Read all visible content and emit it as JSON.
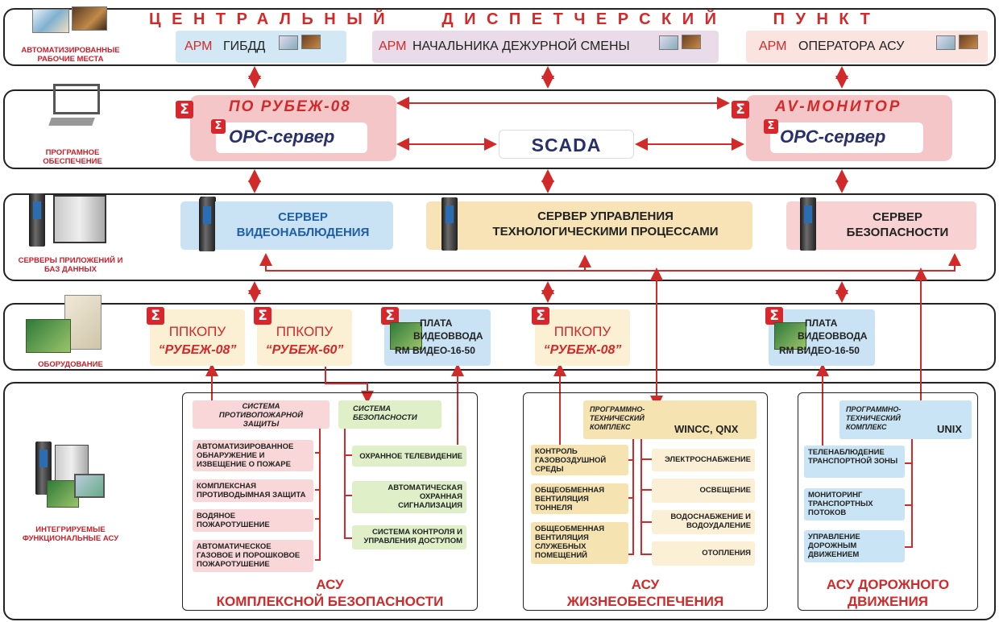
{
  "top": {
    "title": "ЦЕНТРАЛЬНЫЙ   ДИСПЕТЧЕРСКИЙ   ПУНКТ",
    "arm1_prefix": "АРМ",
    "arm1_label": "ГИБДД",
    "arm2_prefix": "АРМ",
    "arm2_label": "НАЧАЛЬНИКА ДЕЖУРНОЙ СМЕНЫ",
    "arm3_prefix": "АРМ",
    "arm3_label": "ОПЕРАТОРА АСУ"
  },
  "tiers": {
    "workstations": "АВТОМАТИЗИРОВАННЫЕ РАБОЧИЕ МЕСТА",
    "software": "ПРОГРАМНОЕ ОБЕСПЕЧЕНИЕ",
    "servers": "СЕРВЕРЫ ПРИЛОЖЕНИЙ И БАЗ ДАННЫХ",
    "equipment": "ОБОРУДОВАНИЕ",
    "integrated": "ИНТЕГРИРУЕМЫЕ ФУНКЦИОНАЛЬНЫЕ АСУ"
  },
  "software": {
    "rubezh_title": "ПО РУБЕЖ-08",
    "opc1": "OPC-сервер",
    "scada": "SCADA",
    "av_title": "AV-МОНИТОР",
    "opc2": "OPC-сервер",
    "sigma": "Σ"
  },
  "servers": {
    "video": "СЕРВЕР ВИДЕОНАБЛЮДЕНИЯ",
    "process": "СЕРВЕР УПРАВЛЕНИЯ ТЕХНОЛОГИЧЕСКИМИ ПРОЦЕССАМИ",
    "security": "СЕРВЕР БЕЗОПАСНОСТИ"
  },
  "equipment": {
    "ppkop1_a": "ППКОПУ",
    "ppkop1_b": "“РУБЕЖ-08”",
    "ppkop2_a": "ППКОПУ",
    "ppkop2_b": "“РУБЕЖ-60”",
    "video1_a": "ПЛАТА",
    "video1_b": "ВИДЕОВВОДА",
    "video1_c": "RM ВИДЕО-16-50",
    "ppkop3_a": "ППКОПУ",
    "ppkop3_b": "“РУБЕЖ-08”",
    "video2_a": "ПЛАТА",
    "video2_b": "ВИДЕОВВОДА",
    "video2_c": "RM ВИДЕО-16-50"
  },
  "security_asu": {
    "fire_header": "СИСТЕМА ПРОТИВОПОЖАРНОЙ ЗАЩИТЫ",
    "fire_items": [
      "АВТОМАТИЗИРОВАННОЕ ОБНАРУЖЕНИЕ И ИЗВЕЩЕНИЕ О ПОЖАРЕ",
      "КОМПЛЕКСНАЯ ПРОТИВОДЫМНАЯ ЗАЩИТА",
      "ВОДЯНОЕ ПОЖАРОТУШЕНИЕ",
      "АВТОМАТИЧЕСКОЕ ГАЗОВОЕ И ПОРОШКОВОЕ ПОЖАРОТУШЕНИЕ"
    ],
    "sec_header": "СИСТЕМА БЕЗОПАСНОСТИ",
    "sec_items": [
      "ОХРАННОЕ ТЕЛЕВИДЕНИЕ",
      "АВТОМАТИЧЕСКАЯ ОХРАННАЯ СИГНАЛИЗАЦИЯ",
      "СИСТЕМА КОНТРОЛЯ И УПРАВЛЕНИЯ ДОСТУПОМ"
    ],
    "title1": "АСУ",
    "title2": "КОМПЛЕКСНОЙ БЕЗОПАСНОСТИ"
  },
  "life_asu": {
    "complex": "ПРОГРАММНО-ТЕХНИЧЕСКИЙ КОМПЛЕКС",
    "complex_tag": "WINCC, QNX",
    "left_items": [
      "КОНТРОЛЬ ГАЗОВОЗДУШНОЙ СРЕДЫ",
      "ОБЩЕОБМЕННАЯ ВЕНТИЛЯЦИЯ ТОННЕЛЯ",
      "ОБЩЕОБМЕННАЯ ВЕНТИЛЯЦИЯ СЛУЖЕБНЫХ ПОМЕЩЕНИЙ"
    ],
    "right_items": [
      "ЭЛЕКТРОСНАБЖЕНИЕ",
      "ОСВЕЩЕНИЕ",
      "ВОДОСНАБЖЕНИЕ И ВОДОУДАЛЕНИЕ",
      "ОТОПЛЕНИЯ"
    ],
    "title1": "АСУ",
    "title2": "ЖИЗНЕОБЕСПЕЧЕНИЯ"
  },
  "road_asu": {
    "complex": "ПРОГРАММНО-ТЕХНИЧЕСКИЙ КОМПЛЕКС",
    "complex_tag": "UNIX",
    "items": [
      "ТЕЛЕНАБЛЮДЕНИЕ ТРАНСПОРТНОЙ ЗОНЫ",
      "МОНИТОРИНГ ТРАНСПОРТНЫХ ПОТОКОВ",
      "УПРАВЛЕНИЕ ДОРОЖНЫМ ДВИЖЕНИЕМ"
    ],
    "title1": "АСУ ДОРОЖНОГО",
    "title2": "ДВИЖЕНИЯ"
  },
  "colors": {
    "accent": "#d12a2a",
    "sigma": "#d7262c"
  }
}
